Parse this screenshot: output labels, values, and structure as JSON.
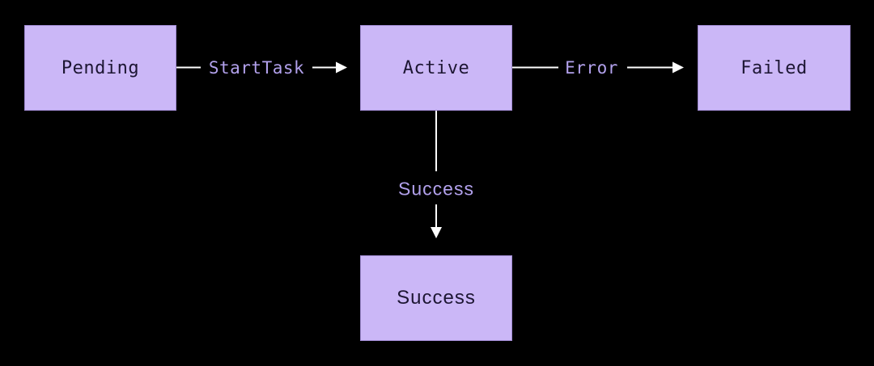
{
  "diagram": {
    "type": "state-diagram",
    "background_color": "#000000",
    "node_fill_color": "#cbb7f7",
    "node_border_color": "#9f8ad1",
    "node_text_color": "#1d1633",
    "edge_label_color": "#b2a1ec",
    "arrow_color": "#ffffff",
    "nodes": [
      {
        "id": "pending",
        "label": "Pending"
      },
      {
        "id": "active",
        "label": "Active"
      },
      {
        "id": "failed",
        "label": "Failed"
      },
      {
        "id": "success",
        "label": "Success"
      }
    ],
    "edges": [
      {
        "from": "Pending",
        "to": "Active",
        "label": "StartTask"
      },
      {
        "from": "Active",
        "to": "Failed",
        "label": "Error"
      },
      {
        "from": "Active",
        "to": "Success",
        "label": "Success"
      }
    ]
  }
}
